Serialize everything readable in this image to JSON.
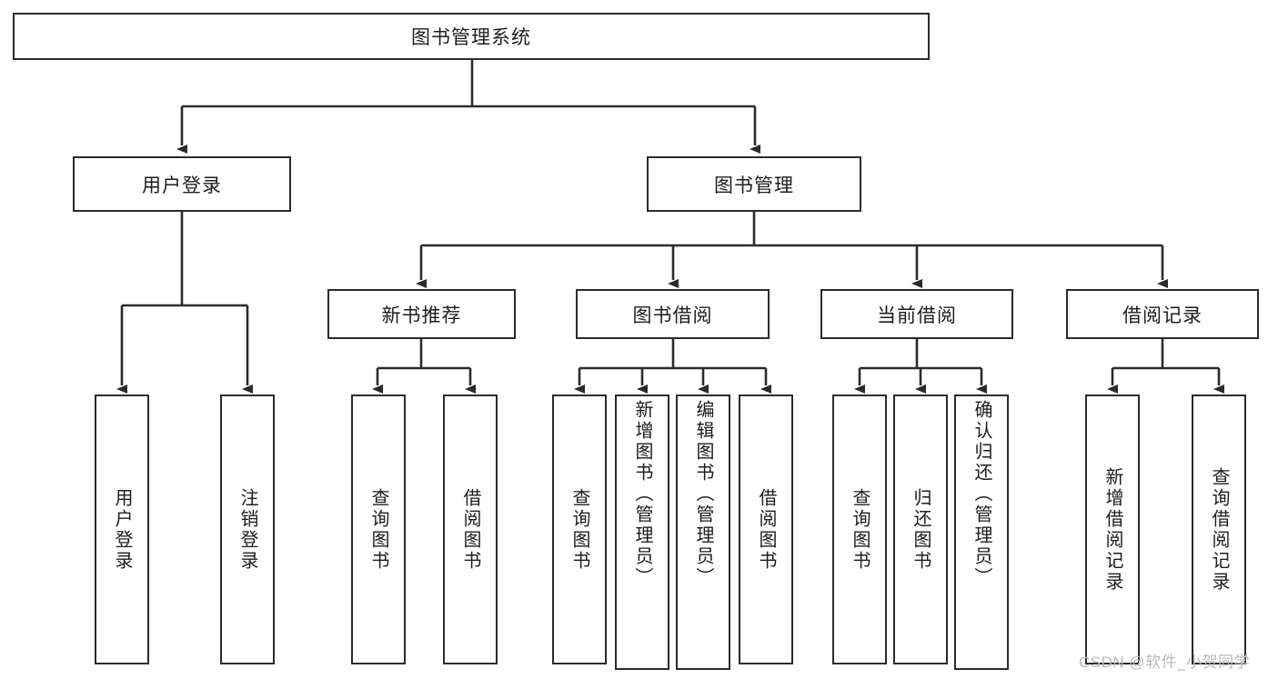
{
  "diagram": {
    "title": "图书管理系统",
    "type": "hierarchy-tree",
    "root": {
      "id": "root",
      "label": "图书管理系统"
    },
    "level2": [
      {
        "id": "user-login",
        "label": "用户登录"
      },
      {
        "id": "book-manage",
        "label": "图书管理"
      }
    ],
    "level3": [
      {
        "id": "new-book-recommend",
        "label": "新书推荐",
        "parent": "book-manage"
      },
      {
        "id": "book-borrow",
        "label": "图书借阅",
        "parent": "book-manage"
      },
      {
        "id": "current-borrow",
        "label": "当前借阅",
        "parent": "book-manage"
      },
      {
        "id": "borrow-record",
        "label": "借阅记录",
        "parent": "book-manage"
      }
    ],
    "leaves": [
      {
        "id": "leaf-user-login",
        "label": "用户登录",
        "parent": "user-login"
      },
      {
        "id": "leaf-user-logout",
        "label": "注销登录",
        "parent": "user-login"
      },
      {
        "id": "leaf-query-book-1",
        "label": "查询图书",
        "parent": "new-book-recommend"
      },
      {
        "id": "leaf-borrow-book-1",
        "label": "借阅图书",
        "parent": "new-book-recommend"
      },
      {
        "id": "leaf-query-book-2",
        "label": "查询图书",
        "parent": "book-borrow"
      },
      {
        "id": "leaf-add-book",
        "label": "新增图书（管理员）",
        "parent": "book-borrow"
      },
      {
        "id": "leaf-edit-book",
        "label": "编辑图书（管理员）",
        "parent": "book-borrow"
      },
      {
        "id": "leaf-borrow-book-2",
        "label": "借阅图书",
        "parent": "book-borrow"
      },
      {
        "id": "leaf-query-book-3",
        "label": "查询图书",
        "parent": "current-borrow"
      },
      {
        "id": "leaf-return-book",
        "label": "归还图书",
        "parent": "current-borrow"
      },
      {
        "id": "leaf-confirm-return",
        "label": "确认归还（管理员）",
        "parent": "current-borrow"
      },
      {
        "id": "leaf-add-record",
        "label": "新增借阅记录",
        "parent": "borrow-record"
      },
      {
        "id": "leaf-query-record",
        "label": "查询借阅记录",
        "parent": "borrow-record"
      }
    ],
    "colors": {
      "stroke": "#2b2b2b",
      "fill": "#ffffff",
      "text": "#1d1d1d",
      "watermark": "#b9b9b9"
    }
  },
  "watermark": {
    "text": "CSDN @软件_小贺同学"
  }
}
